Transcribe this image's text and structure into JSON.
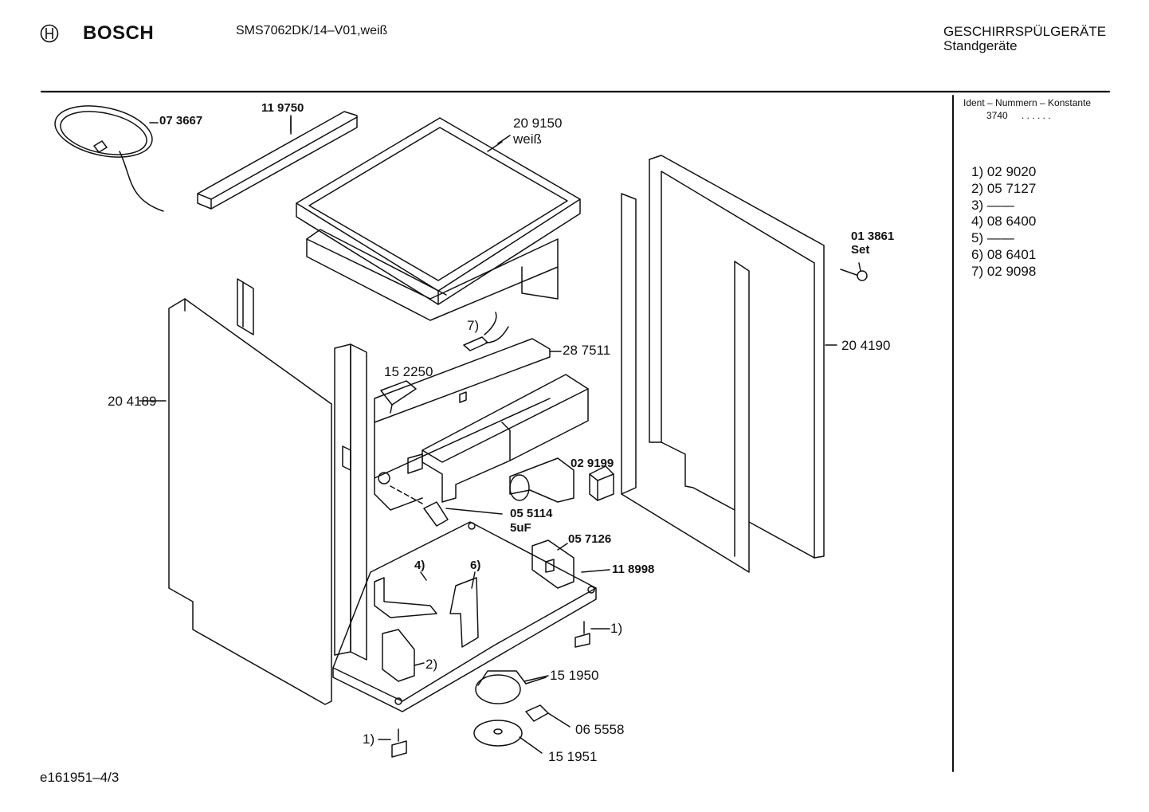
{
  "header": {
    "brand": "BOSCH",
    "model": "SMS7062DK/14–V01,weiß",
    "category_line1": "GESCHIRRSPÜLGERÄTE",
    "category_line2": "Standgeräte"
  },
  "sidebar": {
    "ident_title": "Ident – Nummern – Konstante",
    "ident_value": "3740",
    "ident_dots": ". . . . . .",
    "items": [
      "1) 02 9020",
      "2) 05 7127",
      "3) ——",
      "4) 08 6400",
      "5) ——",
      "6) 08 6401",
      "7) 02 9098"
    ]
  },
  "parts": {
    "p073667": "07 3667",
    "p119750": "11 9750",
    "p209150": "20 9150",
    "p209150_color": "weiß",
    "p013861": "01 3861",
    "p013861_set": "Set",
    "p287511": "28 7511",
    "p7": "7)",
    "p152250": "15 2250",
    "p204190": "20 4190",
    "p204189": "20 4189",
    "p029199": "02 9199",
    "p055114": "05 5114",
    "p055114_cap": "5uF",
    "p057126": "05 7126",
    "p118998": "11 8998",
    "p4": "4)",
    "p6": "6)",
    "p1_right": "1)",
    "p2": "2)",
    "p151950": "15 1950",
    "p065558": "06 5558",
    "p1_left": "1)",
    "p151951": "15 1951"
  },
  "footer": {
    "doc_id": "e161951–4/3"
  }
}
